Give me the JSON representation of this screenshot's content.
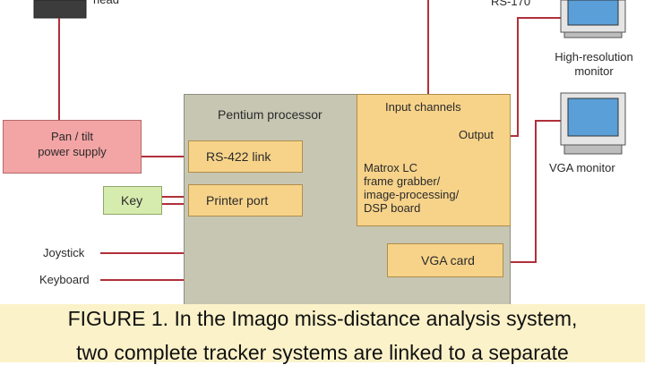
{
  "diagram": {
    "head_label": "head",
    "rs170_label": "RS-170",
    "hires_monitor_label_1": "High-resolution",
    "hires_monitor_label_2": "monitor",
    "vga_monitor_label": "VGA monitor",
    "pentium_label": "Pentium processor",
    "input_channels_label": "Input channels",
    "output_label": "Output",
    "matrox_lines": [
      "Matrox LC",
      "frame grabber/",
      "image-processing/",
      "DSP board"
    ],
    "rs422_label": "RS-422 link",
    "printer_port_label": "Printer port",
    "vga_card_label": "VGA card",
    "pan_tilt_label_1": "Pan / tilt",
    "pan_tilt_label_2": "power supply",
    "key_label": "Key",
    "joystick_label": "Joystick",
    "keyboard_label": "Keyboard"
  },
  "caption": {
    "line1": "FIGURE 1. In the Imago miss-distance analysis system,",
    "line2": "two complete tracker systems are linked to a separate"
  },
  "colors": {
    "processor_fill": "#c6c6b3",
    "board_fill": "#f7d38a",
    "power_fill": "#f3a4a4",
    "key_fill": "#d6ecae",
    "wire": "#b0303a",
    "caption_bg": "#fbf2c9"
  }
}
